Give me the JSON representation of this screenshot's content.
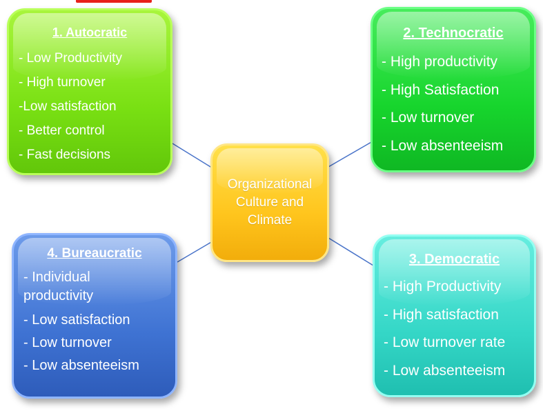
{
  "colors": {
    "autocratic": "#79e013",
    "technocratic": "#17d52d",
    "democratic": "#35d7c7",
    "bureaucratic": "#3f73d3",
    "center": "#ffc51d",
    "connector": "#4a74c9"
  },
  "center": {
    "label": "Organizational Culture and Climate"
  },
  "boxes": {
    "autocratic": {
      "title": "1. Autocratic",
      "items": [
        "- Low Productivity",
        "- High turnover",
        "-Low satisfaction",
        "- Better control",
        "- Fast decisions"
      ]
    },
    "technocratic": {
      "title": "2. Technocratic",
      "items": [
        "- High productivity",
        "- High Satisfaction",
        "- Low turnover",
        "- Low absenteeism"
      ]
    },
    "democratic": {
      "title": "3. Democratic",
      "items": [
        "- High Productivity",
        "- High satisfaction",
        "- Low turnover rate",
        "- Low absenteeism"
      ]
    },
    "bureaucratic": {
      "title": "4. Bureaucratic",
      "items": [
        "- Individual productivity",
        "- Low satisfaction",
        "- Low turnover",
        "- Low absenteeism"
      ]
    }
  }
}
